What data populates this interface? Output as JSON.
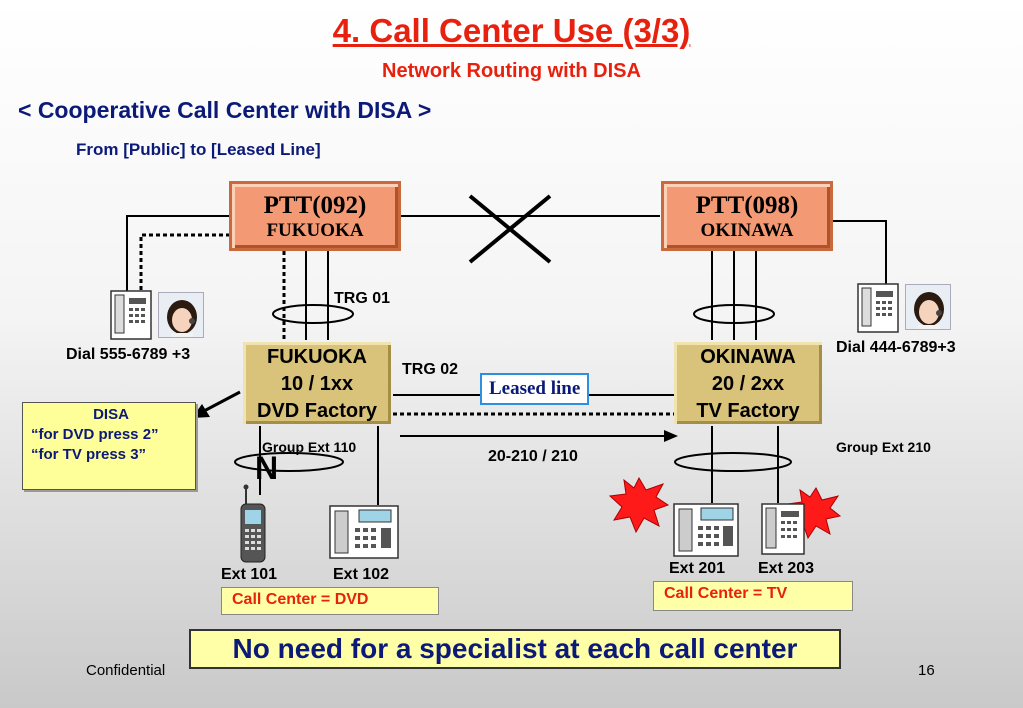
{
  "title": "4. Call Center Use (3/3)",
  "subtitle": "Network Routing with DISA",
  "heading": "< Cooperative Call Center with DISA >",
  "subheading": "From [Public] to [Leased Line]",
  "ptt_left": {
    "line1": "PTT(092)",
    "line2": "FUKUOKA"
  },
  "ptt_right": {
    "line1": "PTT(098)",
    "line2": "OKINAWA"
  },
  "factory_left": {
    "line1": "FUKUOKA",
    "line2": "10 / 1xx",
    "line3": "DVD Factory"
  },
  "factory_right": {
    "line1": "OKINAWA",
    "line2": "20 / 2xx",
    "line3": "TV Factory"
  },
  "trg01": "TRG 01",
  "trg02": "TRG 02",
  "leased_line": "Leased line",
  "dial_left": "Dial 555-6789 +3",
  "dial_right": "Dial 444-6789+3",
  "disa": {
    "title": "DISA",
    "line1": "“for DVD press 2”",
    "line2": "“for TV press 3”"
  },
  "group_ext_left": "Group Ext 110",
  "group_ext_right": "Group Ext 210",
  "route_label": "20-210 / 210",
  "n_label": "N",
  "ext": {
    "e101": "Ext 101",
    "e102": "Ext 102",
    "e201": "Ext 201",
    "e203": "Ext 203"
  },
  "cc_left": "Call Center  =  DVD",
  "cc_right": "Call Center  =   TV",
  "bottom_message": "No need for a specialist at each call center",
  "confidential": "Confidential",
  "page_number": "16",
  "colors": {
    "title_red": "#e8210f",
    "navy": "#0b1a78",
    "ptt_orange": "#f39a74",
    "factory_gold": "#d9c27a",
    "note_yellow": "#ffff99",
    "burst_red": "#ff1a1a"
  }
}
